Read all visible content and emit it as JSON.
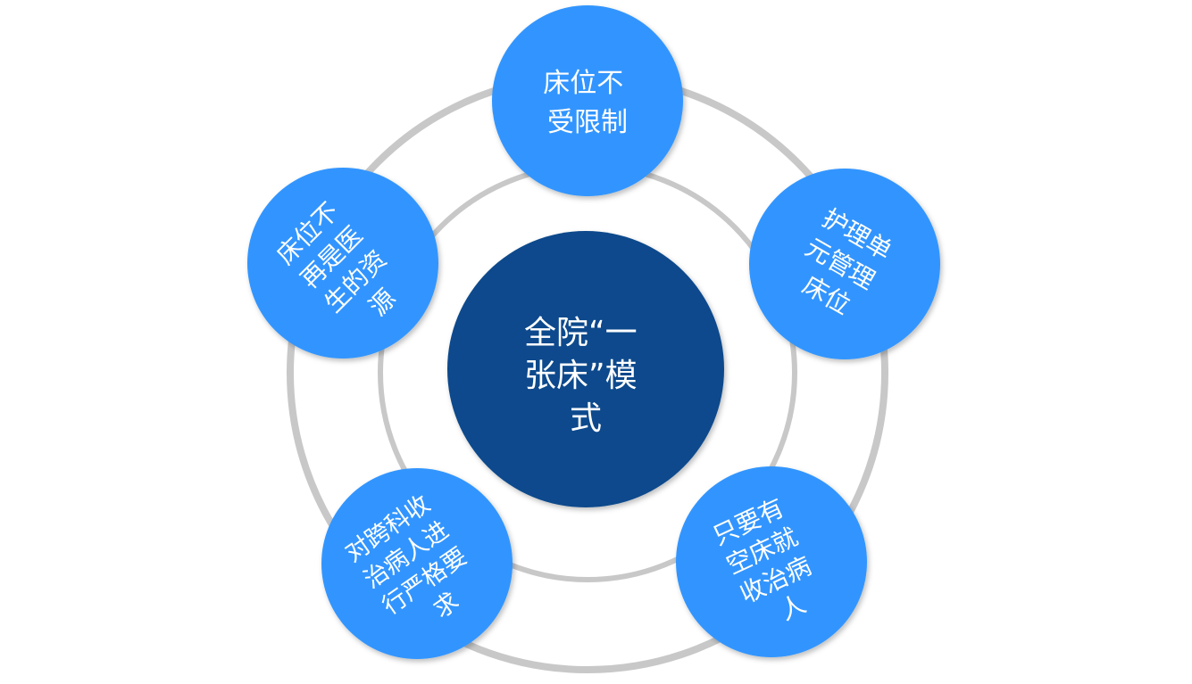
{
  "center": {
    "lines": [
      "全院“一",
      "张床”模",
      "式"
    ],
    "color": "#0b4a8c"
  },
  "nodes": [
    {
      "id": "top",
      "lines": [
        "床位不",
        "受限制"
      ],
      "color": "#3095ff"
    },
    {
      "id": "upper-right",
      "lines": [
        "护理单",
        "元管理",
        "床位"
      ],
      "color": "#3095ff"
    },
    {
      "id": "lower-right",
      "lines": [
        "只要有",
        "空床就",
        "收治病",
        "人"
      ],
      "color": "#3095ff"
    },
    {
      "id": "lower-left",
      "lines": [
        "对跨科收",
        "治病人进",
        "行严格要",
        "求"
      ],
      "color": "#3095ff"
    },
    {
      "id": "upper-left",
      "lines": [
        "床位不",
        "再是医",
        "生的资",
        "源"
      ],
      "color": "#3095ff"
    }
  ],
  "rings": {
    "color": "#c8c8c8"
  }
}
